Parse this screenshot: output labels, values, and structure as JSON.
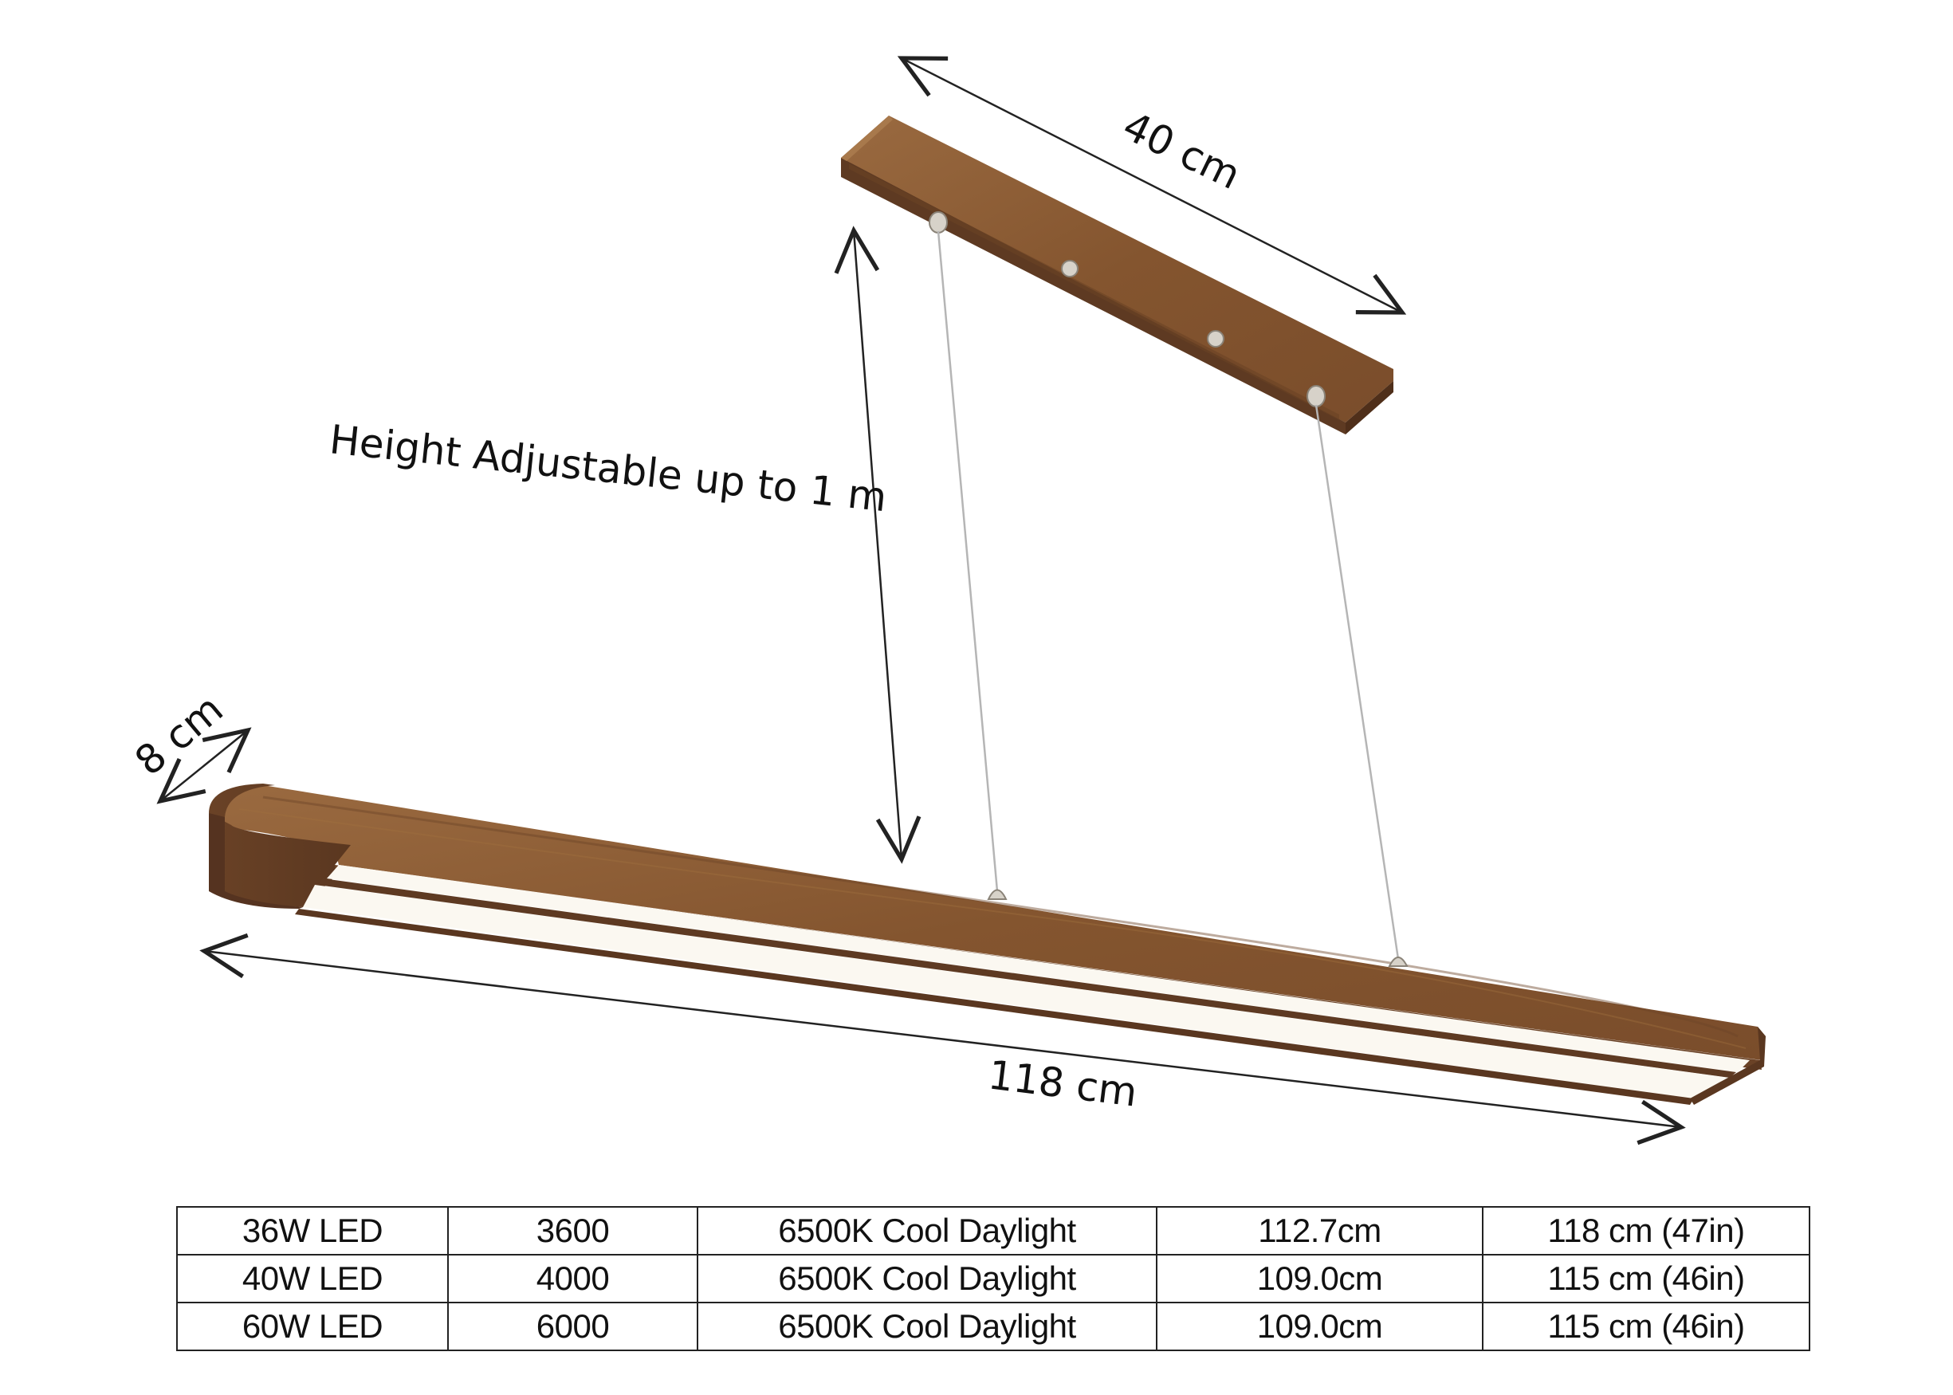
{
  "diagram": {
    "title": "Wooden linear LED pendant light dimensions",
    "labels": {
      "canopy_length": "40 cm",
      "height": "Height Adjustable up to 1 m",
      "width": "8 cm",
      "length": "118 cm"
    },
    "colors": {
      "wood_top": "#8b5a33",
      "wood_side": "#6e4428",
      "wood_dark": "#4f2f1a",
      "diffuser": "#fbf8f1",
      "cable": "#b8b8b8",
      "hardware": "#c9c4bc",
      "arrow": "#222222"
    }
  },
  "spec_table": {
    "rows": [
      {
        "power": "36W LED",
        "lumens": "3600",
        "color_temp": "6500K Cool Daylight",
        "led_length": "112.7cm",
        "total_length": "118 cm (47in)"
      },
      {
        "power": "40W LED",
        "lumens": "4000",
        "color_temp": "6500K Cool Daylight",
        "led_length": "109.0cm",
        "total_length": "115 cm (46in)"
      },
      {
        "power": "60W LED",
        "lumens": "6000",
        "color_temp": "6500K Cool Daylight",
        "led_length": "109.0cm",
        "total_length": "115 cm (46in)"
      }
    ]
  }
}
